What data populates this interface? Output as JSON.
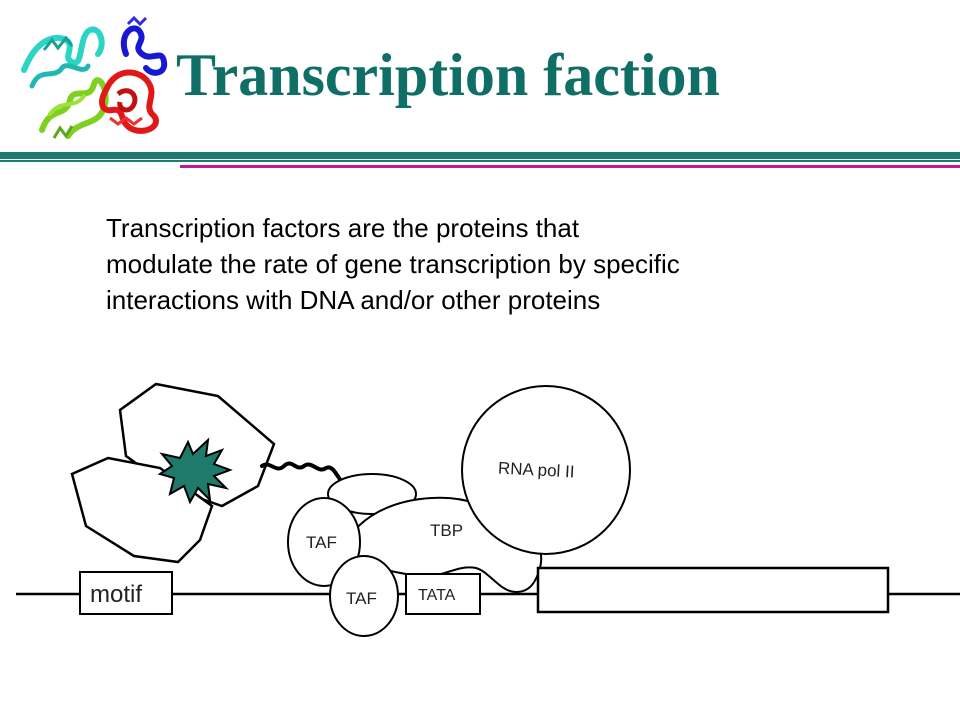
{
  "slide": {
    "title": "Transcription faction",
    "body_lines": [
      "Transcription factors are the proteins that",
      "modulate the rate of gene transcription by specific",
      "interactions with DNA and/or other proteins"
    ]
  },
  "diagram": {
    "labels": {
      "motif": "motif",
      "taf_upper": "TAF",
      "taf_lower": "TAF",
      "tata": "TATA",
      "tbp": "TBP",
      "rna_pol": "RNA pol II"
    }
  },
  "colors": {
    "title": "#0f6e66",
    "rule_teal": "#1c7a70",
    "rule_magenta": "#c2189a",
    "activation_domain": "#1f7a6c"
  },
  "icons": {
    "logo": "protein-structure-ribbon-icon"
  }
}
